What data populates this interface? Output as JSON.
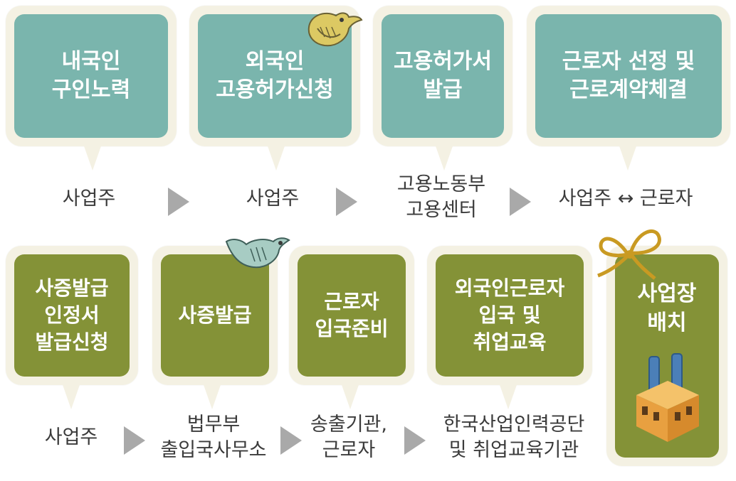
{
  "colors": {
    "teal": "#7ab5ad",
    "olive": "#849237",
    "frame": "#f4f1e3",
    "arrow": "#a9a9a9",
    "text_dark": "#3b3b3b"
  },
  "row1": [
    {
      "lines": [
        "내국인",
        "구인노력"
      ],
      "actor": [
        "사업주"
      ]
    },
    {
      "lines": [
        "외국인",
        "고용허가신청"
      ],
      "actor": [
        "사업주"
      ]
    },
    {
      "lines": [
        "고용허가서",
        "발급"
      ],
      "actor": [
        "고용노동부",
        "고용센터"
      ]
    },
    {
      "lines": [
        "근로자 선정 및",
        "근로계약체결"
      ],
      "actor": [
        "사업주 ↔ 근로자"
      ]
    }
  ],
  "row2": [
    {
      "lines": [
        "사증발급",
        "인정서",
        "발급신청"
      ],
      "actor": [
        "사업주"
      ]
    },
    {
      "lines": [
        "사증발급"
      ],
      "actor": [
        "법무부",
        "출입국사무소"
      ]
    },
    {
      "lines": [
        "근로자",
        "입국준비"
      ],
      "actor": [
        "송출기관,",
        "근로자"
      ]
    },
    {
      "lines": [
        "외국인근로자",
        "입국 및",
        "취업교육"
      ],
      "actor": [
        "한국산업인력공단",
        "및 취업교육기관"
      ]
    },
    {
      "lines": [
        "사업장",
        "배치"
      ]
    }
  ],
  "icons": [
    "bird-icon",
    "bird-icon",
    "ribbon-bow-icon",
    "factory-icon",
    "arrow-right-icon"
  ]
}
